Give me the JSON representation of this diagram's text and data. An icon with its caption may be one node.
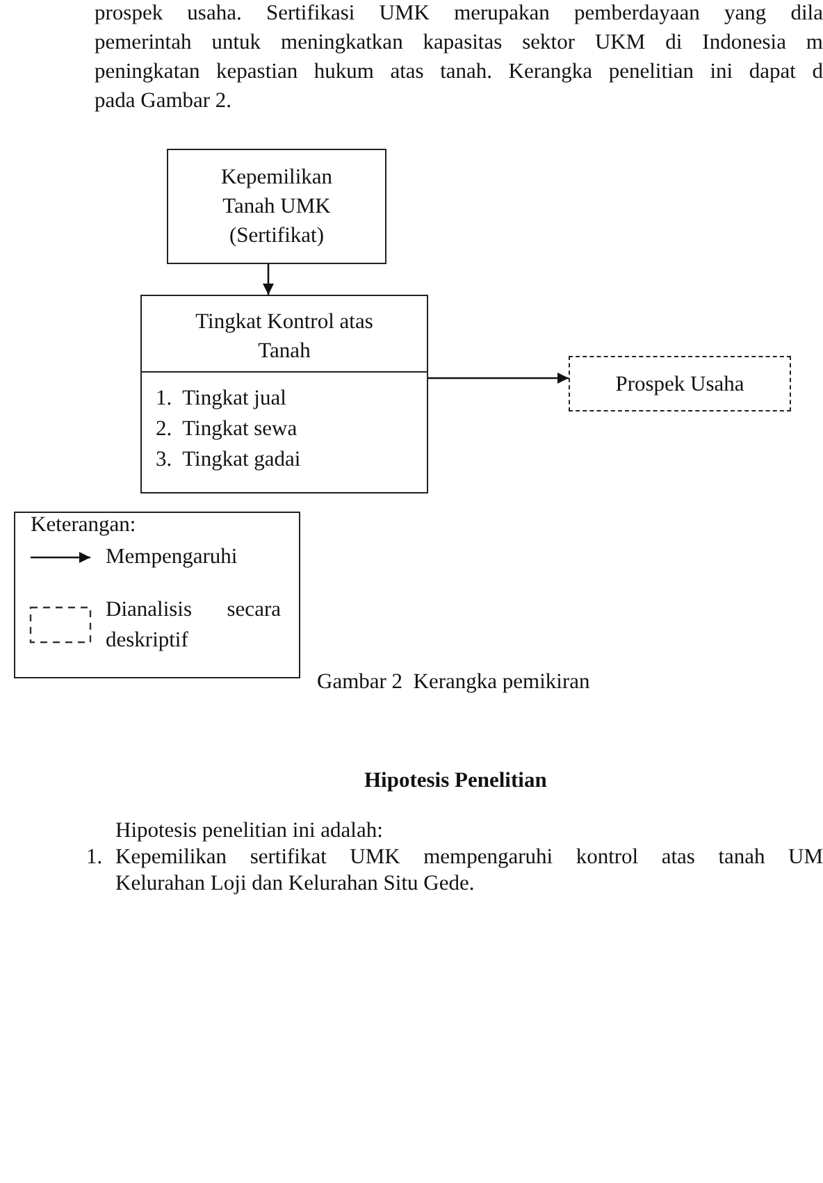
{
  "diagram": {
    "caption": "Gambar 2  Kerangka pemikiran",
    "nodes": [
      {
        "text": [
          "Kepemilikan Tanah UMK (Sertifikat)"
        ]
      },
      {
        "text": [
          "Tingkat Kontrol atas Tanah",
          "1.  Tingkat jual",
          "2.  Tingkat sewa",
          "3.  Tingkat gadai"
        ]
      },
      {
        "text": [
          "Prospek Usaha"
        ]
      }
    ],
    "edges": [
      {
        "from": 0,
        "to": 1,
        "arrow": "to"
      },
      {
        "from": 1,
        "to": 2,
        "arrow": "to"
      }
    ],
    "labels": [
      "prospek usaha. Sertifikasi UMK merupakan pemberdayaan yang dila",
      "pemerintah untuk meningkatkan kapasitas sektor UKM di Indonesia m",
      "peningkatan kepastian hukum atas tanah. Kerangka penelitian ini dapat d",
      "pada Gambar 2.",
      "Keterangan:",
      "Hipotesis Penelitian",
      "Hipotesis penelitian ini adalah:",
      "1.",
      "Kepemilikan sertifikat UMK mempengaruhi kontrol atas tanah UM",
      "Kelurahan Loji dan Kelurahan Situ Gede."
    ],
    "legend": [
      {
        "text": "Mempengaruhi"
      },
      {
        "text": "Dianalisis secara deskriptif"
      }
    ]
  }
}
